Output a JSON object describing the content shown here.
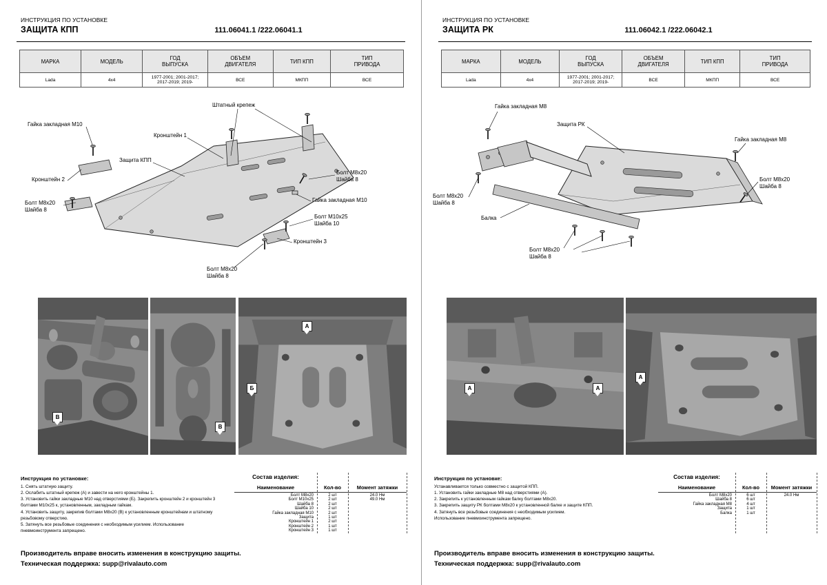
{
  "pages": [
    {
      "header": {
        "eyebrow": "ИНСТРУКЦИЯ ПО УСТАНОВКЕ",
        "title": "ЗАЩИТА КПП",
        "part_number": "111.06041.1 /222.06041.1"
      },
      "spec_table": {
        "headers": [
          "МАРКА",
          "МОДЕЛЬ",
          "ГОД\nВЫПУСКА",
          "ОБЪЕМ\nДВИГАТЕЛЯ",
          "ТИП КПП",
          "ТИП\nПРИВОДА"
        ],
        "row": [
          "Lada",
          "4x4",
          "1977-2001; 2001-2017;\n2017-2019; 2019-",
          "ВСЕ",
          "МКПП",
          "ВСЕ"
        ]
      },
      "diagram_labels": [
        "Штатный крепеж",
        "Гайка закладная М10",
        "Кронштейн 1",
        "Защита КПП",
        "Кронштейн 2",
        "Болт М8х20\nШайба 8",
        "Гайка закладная М10",
        "Болт М10х25\nШайба 10",
        "Кронштейн 3",
        "Болт М8х20\nШайба 8",
        "Болт М8х20\nШайба 8"
      ],
      "photo_markers": [
        "В",
        "В",
        "А",
        "Б"
      ],
      "instructions": {
        "title": "Инструкция по установке:",
        "steps": [
          "1. Снять штатную защиту.",
          "2. Ослабить штатный крепеж (А) и завести на него кронштейны 1.",
          "3. Установить гайки закладные М10 над отверстиями (Б). Закрепить кронштейн 2 и кронштейн 3 болтами М10х25 к, установленным, закладным гайкам.",
          "4. Установить защиту, закрепив болтами М8х20 (В) к установленным кронштейнам и штатному резьбовому отверстию.",
          "5. Затянуть все резьбовые соединения с необходимым усилием. Использование пневмоинструмента запрещено."
        ]
      },
      "parts": {
        "title": "Состав изделия:",
        "headers": [
          "Наименование",
          "Кол-во",
          "Момент затяжки"
        ],
        "rows": [
          {
            "name": "Болт М8х20",
            "qty": "2 шт",
            "torque": "24.0 Нм"
          },
          {
            "name": "Болт М10х25",
            "qty": "2 шт",
            "torque": "49.0 Нм"
          },
          {
            "name": "Шайба 8",
            "qty": "2 шт",
            "torque": ""
          },
          {
            "name": "Шайба 10",
            "qty": "2 шт",
            "torque": ""
          },
          {
            "name": "Гайка закладная М10",
            "qty": "2 шт",
            "torque": ""
          },
          {
            "name": "Защита",
            "qty": "1 шт",
            "torque": ""
          },
          {
            "name": "Кронштейн 1",
            "qty": "2 шт",
            "torque": ""
          },
          {
            "name": "Кронштейн 2",
            "qty": "1 шт",
            "torque": ""
          },
          {
            "name": "Кронштейн 3",
            "qty": "1 шт",
            "torque": ""
          }
        ]
      },
      "footer": {
        "line1": "Производитель вправе вносить изменения в конструкцию защиты.",
        "line2_label": "Техническая поддержка:",
        "line2_email": "supp@rivalauto.com"
      }
    },
    {
      "header": {
        "eyebrow": "ИНСТРУКЦИЯ ПО УСТАНОВКЕ",
        "title": "ЗАЩИТА РК",
        "part_number": "111.06042.1 /222.06042.1"
      },
      "spec_table": {
        "headers": [
          "МАРКА",
          "МОДЕЛЬ",
          "ГОД\nВЫПУСКА",
          "ОБЪЕМ\nДВИГАТЕЛЯ",
          "ТИП КПП",
          "ТИП\nПРИВОДА"
        ],
        "row": [
          "Lada",
          "4x4",
          "1977-2001; 2001-2017;\n2017-2019; 2019-",
          "ВСЕ",
          "МКПП",
          "ВСЕ"
        ]
      },
      "diagram_labels": [
        "Гайка закладная М8",
        "Защита РК",
        "Гайка закладная М8",
        "Болт М8х20\nШайба 8",
        "Болт М8х20\nШайба 8",
        "Балка",
        "Болт М8х20\nШайба 8"
      ],
      "photo_markers": [
        "А",
        "А",
        "А"
      ],
      "instructions": {
        "title": "Инструкция по установке:",
        "steps": [
          "Устанавливается только совместно с защитой КПП.",
          "1. Установить гайки закладные М8 над отверстиями (А).",
          "2. Закрепить к установленным гайкам балку болтами М8х20.",
          "3. Закрепить защиту РК болтами М8х20 к установленной балке и защите КПП.",
          "4. Затянуть все резьбовые соединения с необходимым усилием.",
          "Использование пневмоинструмента запрещено."
        ]
      },
      "parts": {
        "title": "Состав изделия:",
        "headers": [
          "Наименование",
          "Кол-во",
          "Момент затяжки"
        ],
        "rows": [
          {
            "name": "Болт М8х20",
            "qty": "6 шт",
            "torque": "24.0 Нм"
          },
          {
            "name": "Шайба 8",
            "qty": "6 шт",
            "torque": ""
          },
          {
            "name": "Гайка закладная М8",
            "qty": "4 шт",
            "torque": ""
          },
          {
            "name": "Защита",
            "qty": "1 шт",
            "torque": ""
          },
          {
            "name": "Балка",
            "qty": "1 шт",
            "torque": ""
          }
        ]
      },
      "footer": {
        "line1": "Производитель вправе вносить изменения в конструкцию защиты.",
        "line2_label": "Техническая поддержка:",
        "line2_email": "supp@rivalauto.com"
      }
    }
  ]
}
